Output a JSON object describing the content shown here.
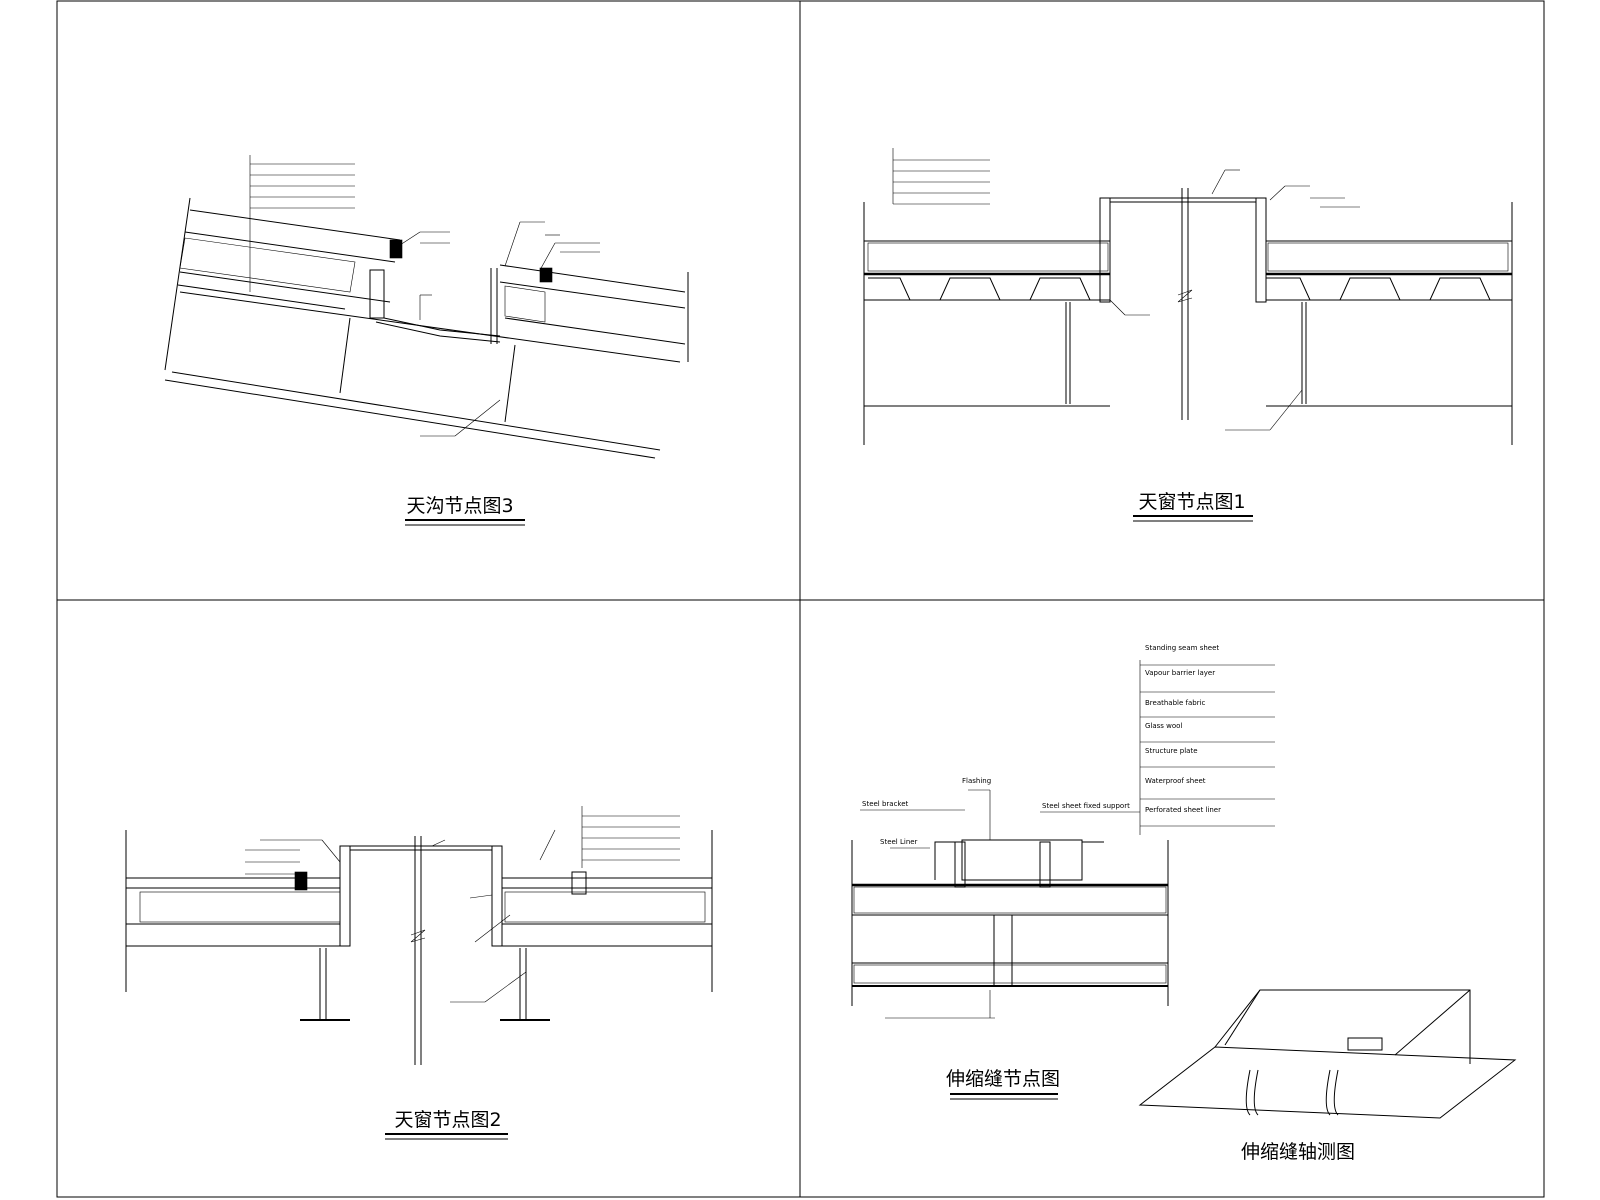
{
  "panels": {
    "p1": {
      "title": "天沟节点图3"
    },
    "p2": {
      "title": "天窗节点图1"
    },
    "p3": {
      "title": "天窗节点图2"
    },
    "p4": {
      "title": "伸缩缝节点图",
      "isometric_title": "伸缩缝轴测图",
      "legend": [
        "Standing seam sheet",
        "Vapour barrier layer",
        "Breathable fabric",
        "Glass wool",
        "Structure plate",
        "Waterproof sheet",
        "Perforated sheet liner"
      ],
      "callouts": [
        "Flashing",
        "Steel bracket",
        "Steel Liner",
        "Steel sheet fixed support"
      ]
    }
  }
}
